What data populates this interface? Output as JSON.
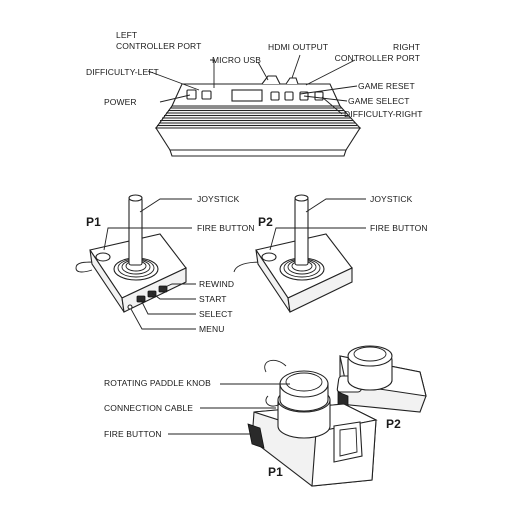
{
  "console": {
    "labels": {
      "left_port": [
        "LEFT",
        "CONTROLLER PORT"
      ],
      "micro_usb": "MICRO USB",
      "hdmi": "HDMI OUTPUT",
      "right_port": [
        "RIGHT",
        "CONTROLLER PORT"
      ],
      "difficulty_left": "DIFFICULTY-LEFT",
      "power": "POWER",
      "game_reset": "GAME RESET",
      "game_select": "GAME SELECT",
      "difficulty_right": "DIFFICULTY-RIGHT"
    }
  },
  "joysticks": {
    "p1": "P1",
    "p2": "P2",
    "joystick": "JOYSTICK",
    "fire_button": "FIRE BUTTON",
    "joystick_right": "JOYSTICK",
    "fire_button_right": "FIRE BUTTON",
    "rewind": "REWIND",
    "start": "START",
    "select": "SELECT",
    "menu": "MENU"
  },
  "paddles": {
    "knob": "ROTATING PADDLE KNOB",
    "cable": "CONNECTION CABLE",
    "fire_button": "FIRE BUTTON",
    "p1": "P1",
    "p2": "P2"
  }
}
